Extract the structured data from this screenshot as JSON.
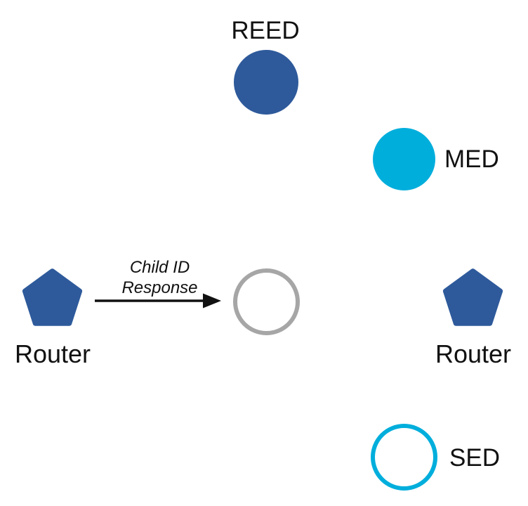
{
  "diagram": {
    "description": "Thread mesh network device-role diagram",
    "nodes": {
      "reed": {
        "label": "REED",
        "shape": "filled-circle",
        "color": "#2E5A9B"
      },
      "med": {
        "label": "MED",
        "shape": "filled-circle",
        "color": "#00AEDC"
      },
      "router_left": {
        "label": "Router",
        "shape": "filled-pentagon",
        "color": "#2E5A9B"
      },
      "joining_device": {
        "label": "",
        "shape": "outlined-circle",
        "color": "#A6A6A6"
      },
      "router_right": {
        "label": "Router",
        "shape": "filled-pentagon",
        "color": "#2E5A9B"
      },
      "sed": {
        "label": "SED",
        "shape": "outlined-circle",
        "color": "#00AEDC"
      }
    },
    "arrow": {
      "from": "router_left",
      "to": "joining_device",
      "label_line1": "Child ID",
      "label_line2": "Response",
      "color": "#111111"
    },
    "colors": {
      "router_blue": "#2E5A9B",
      "device_cyan": "#00AEDC",
      "outline_gray": "#A6A6A6",
      "text_black": "#111111",
      "background": "#FFFFFF"
    }
  }
}
